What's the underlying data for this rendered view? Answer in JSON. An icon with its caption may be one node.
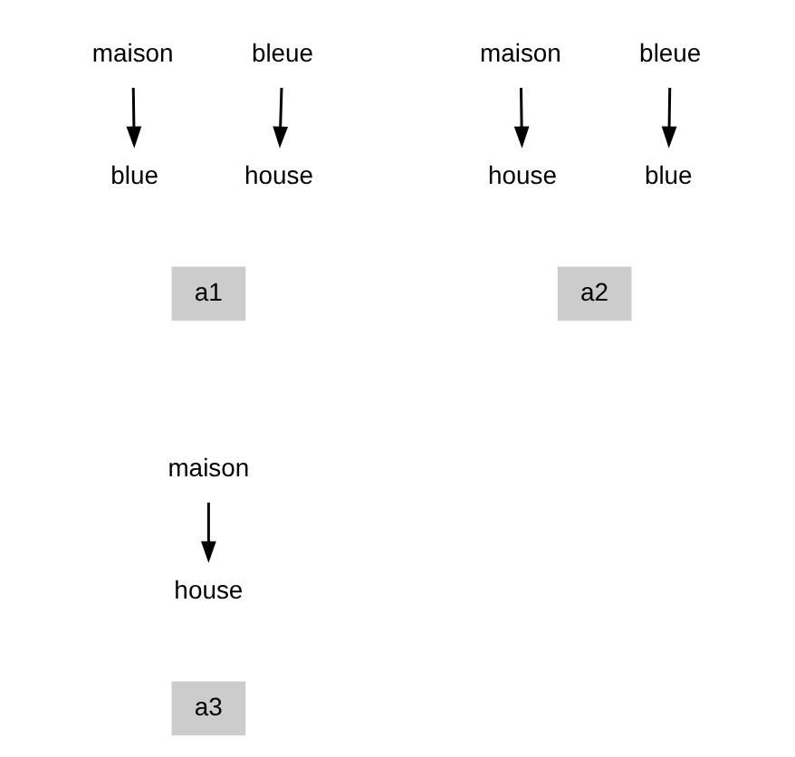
{
  "diagram": {
    "nodes": [
      {
        "text": [
          "maison"
        ]
      },
      {
        "text": [
          "bleue"
        ]
      },
      {
        "text": [
          "blue"
        ]
      },
      {
        "text": [
          "house"
        ]
      },
      {
        "text": [
          "a1"
        ]
      },
      {
        "text": [
          "maison"
        ]
      },
      {
        "text": [
          "bleue"
        ]
      },
      {
        "text": [
          "blue"
        ]
      },
      {
        "text": [
          "house"
        ]
      },
      {
        "text": [
          "a2"
        ]
      },
      {
        "text": [
          "maison"
        ]
      },
      {
        "text": [
          "house"
        ]
      },
      {
        "text": [
          "a3"
        ]
      }
    ],
    "edges": [
      {
        "from": 0,
        "to": 2,
        "arrow": "to"
      },
      {
        "from": 1,
        "to": 3,
        "arrow": "to"
      },
      {
        "from": 5,
        "to": 8,
        "arrow": "to"
      },
      {
        "from": 6,
        "to": 7,
        "arrow": "to"
      },
      {
        "from": 10,
        "to": 11,
        "arrow": "to"
      }
    ]
  }
}
